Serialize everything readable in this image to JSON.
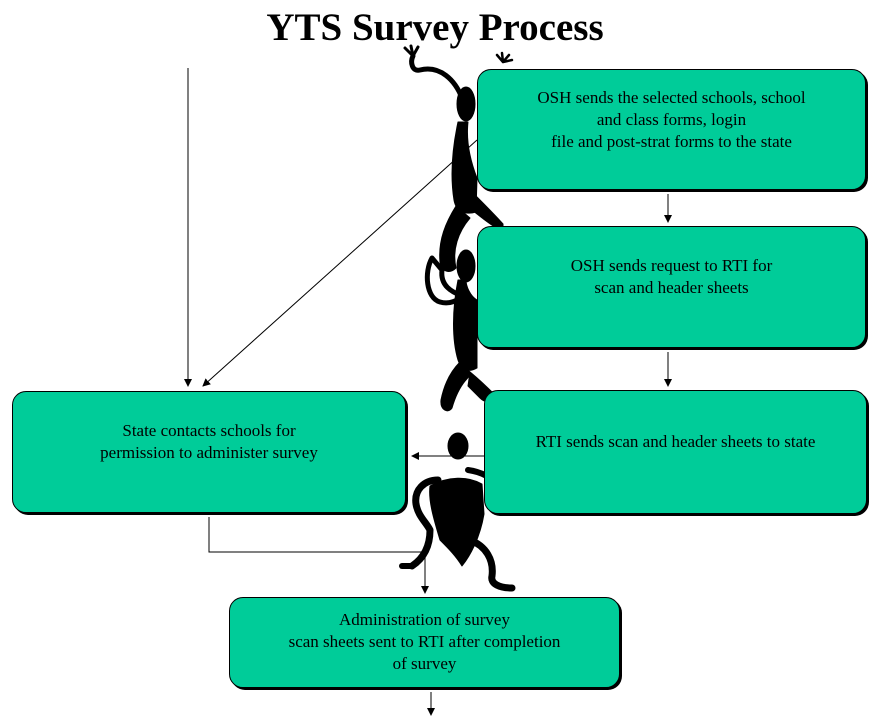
{
  "title": "YTS Survey Process",
  "figure": {
    "kind": "human-tower-silhouette",
    "color": "#000000"
  },
  "boxes": {
    "osh_sends_forms": "OSH sends the selected schools, school\nand class forms, login\nfile and post-strat forms to the state",
    "osh_request_rti": "OSH sends request to RTI for\nscan and header sheets",
    "rti_sends_sheets": "RTI sends scan and header sheets to state",
    "state_contacts": "State contacts schools for\npermission to administer survey",
    "administration": "Administration of survey\nscan sheets sent to RTI after completion\nof survey"
  },
  "colors": {
    "box_fill": "#00cc99",
    "box_border": "#000000",
    "connector": "#000000"
  }
}
